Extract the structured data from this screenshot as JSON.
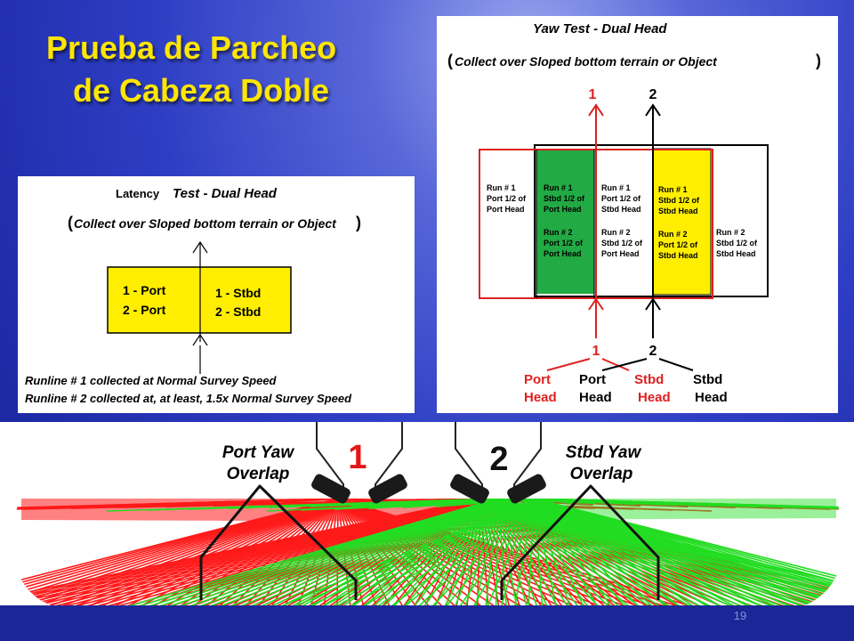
{
  "slide": {
    "title_line1": "Prueba de Parcheo",
    "title_line2": "de Cabeza Doble",
    "page_number": "19"
  },
  "latency": {
    "heading_word1": "Latency",
    "heading_rest": "Test  -  Dual Head",
    "subtitle": "Collect over Sloped bottom terrain or Object",
    "port_line1": "1  -  Port",
    "port_line2": "2  -  Port",
    "stbd_line1": "1  -  Stbd",
    "stbd_line2": "2  -  Stbd",
    "runline1": "Runline # 1 collected at Normal Survey Speed",
    "runline2": "Runline # 2 collected at, at least, 1.5x Normal Survey Speed"
  },
  "yaw": {
    "heading": "Yaw Test  -  Dual Head",
    "subtitle": "Collect over Sloped bottom terrain or Object",
    "top_label_1": "1",
    "top_label_2": "2",
    "bottom_label_1": "1",
    "bottom_label_2": "2",
    "cells": [
      {
        "run1": "Run # 1",
        "desc1a": "Port 1/2 of",
        "desc1b": "Port Head",
        "run2": "",
        "desc2a": "",
        "desc2b": ""
      },
      {
        "run1": "Run # 1",
        "desc1a": "Stbd 1/2 of",
        "desc1b": "Port Head",
        "run2": "Run # 2",
        "desc2a": "Port 1/2 of",
        "desc2b": "Port Head"
      },
      {
        "run1": "Run # 1",
        "desc1a": "Port 1/2 of",
        "desc1b": "Stbd Head",
        "run2": "Run # 2",
        "desc2a": "Stbd 1/2 of",
        "desc2b": "Port Head"
      },
      {
        "run1": "Run # 1",
        "desc1a": "Stbd 1/2 of",
        "desc1b": "Stbd Head",
        "run2": "Run # 2",
        "desc2a": "Port 1/2 of",
        "desc2b": "Stbd Head"
      },
      {
        "run1": "",
        "desc1a": "",
        "desc1b": "",
        "run2": "Run # 2",
        "desc2a": "Stbd 1/2 of",
        "desc2b": "Stbd Head"
      }
    ],
    "heads": [
      {
        "line1": "Port",
        "line2": "Head"
      },
      {
        "line1": "Port",
        "line2": "Head"
      },
      {
        "line1": "Stbd",
        "line2": "Head"
      },
      {
        "line1": "Stbd",
        "line2": "Head"
      }
    ]
  },
  "fan": {
    "label_port_1": "Port Yaw",
    "label_port_2": "Overlap",
    "label_stbd_1": "Stbd Yaw",
    "label_stbd_2": "Overlap",
    "head_number_1": "1",
    "head_number_2": "2"
  },
  "colors": {
    "title": "#ffe600",
    "port": "#ff1a1a",
    "stbd": "#22dd22",
    "green_cell": "#22aa44",
    "yellow_cell": "#ffee00",
    "outline_red": "#dd2222"
  }
}
